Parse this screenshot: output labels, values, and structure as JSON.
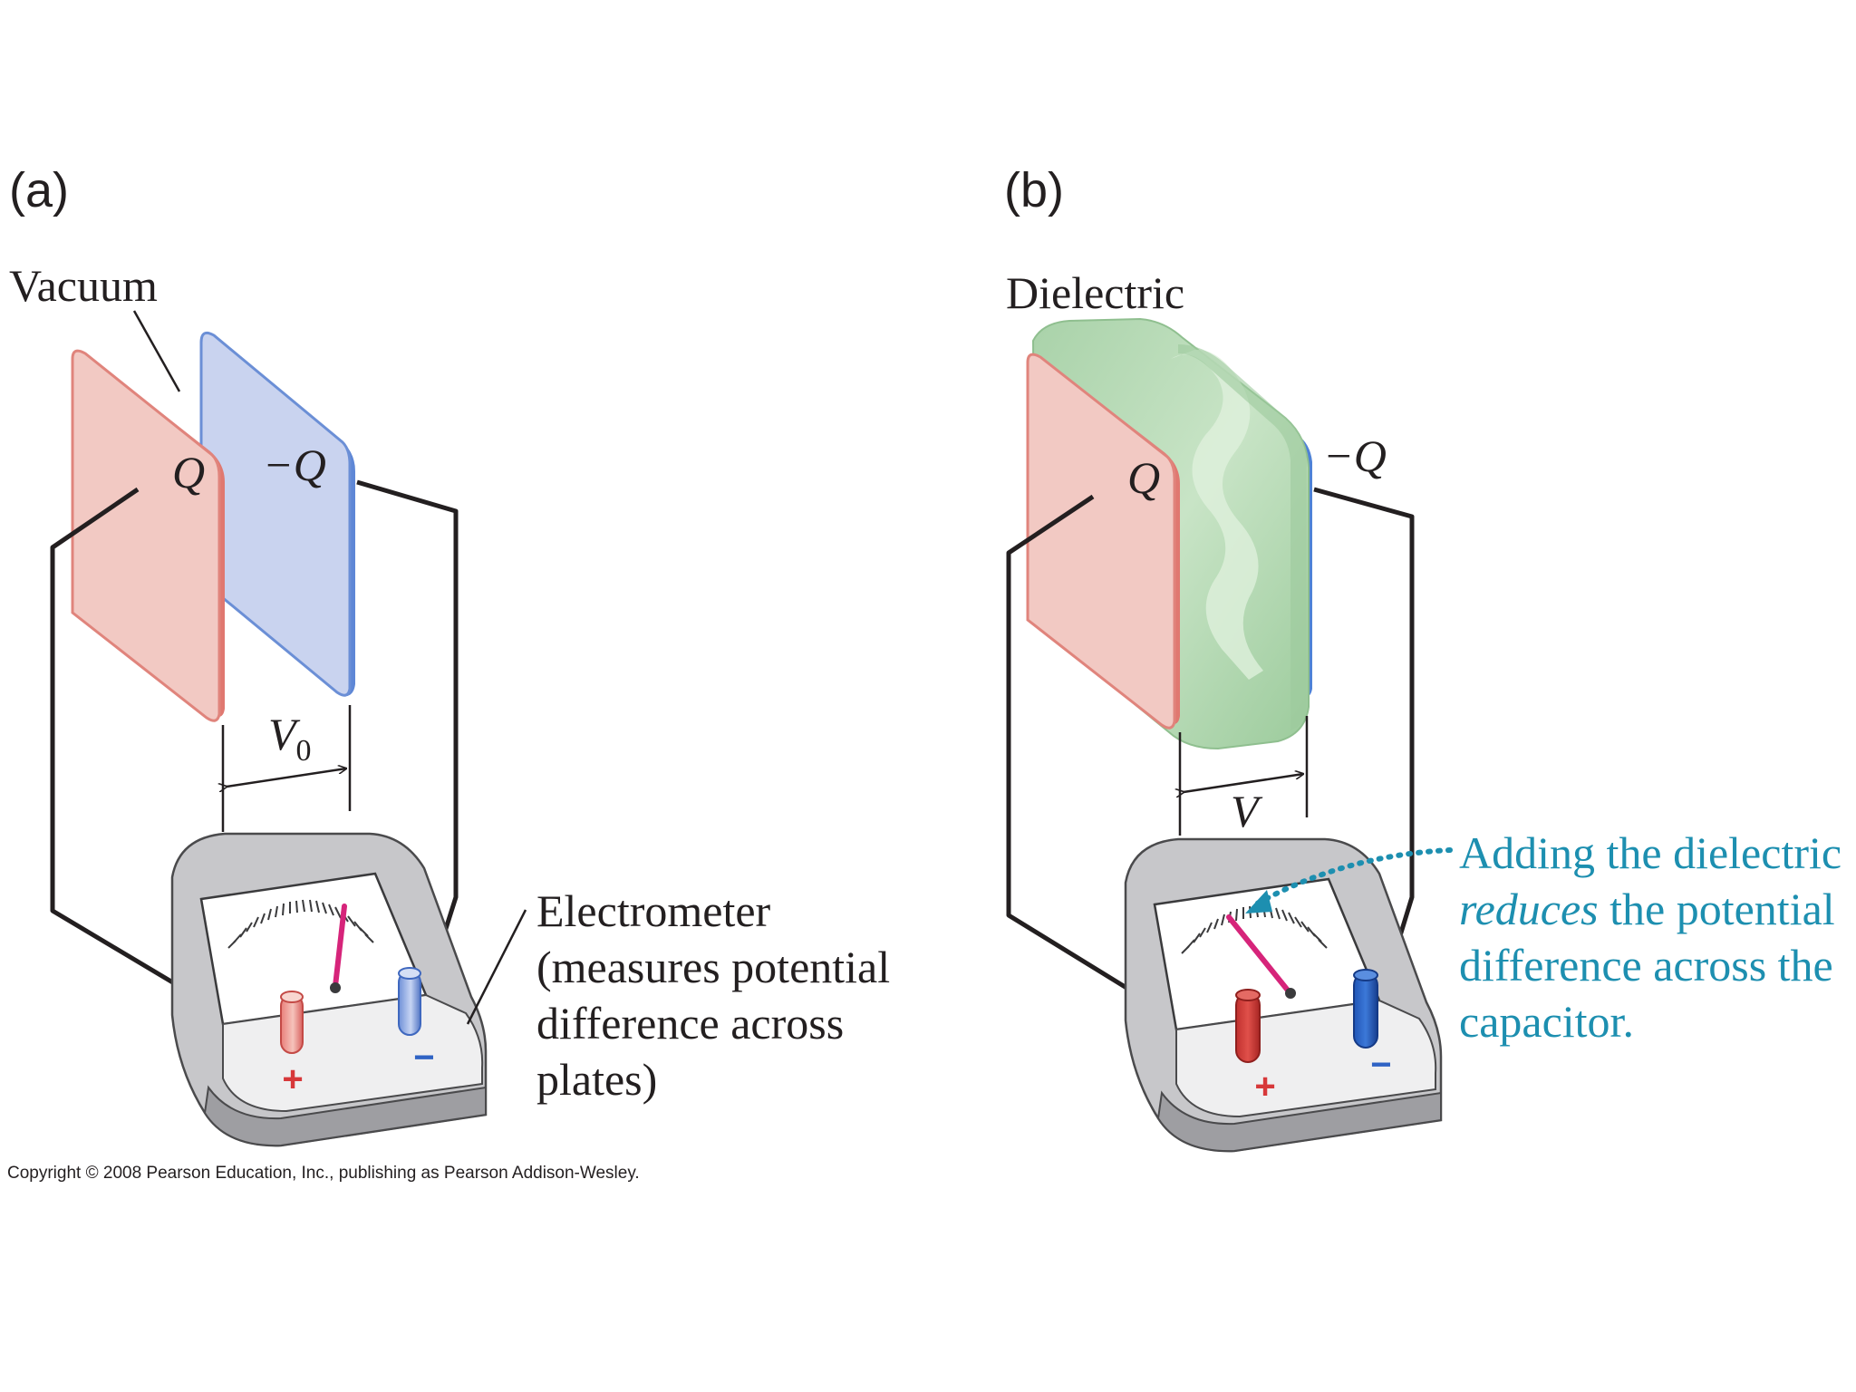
{
  "panel_a": {
    "label": "(a)",
    "medium": "Vacuum",
    "charge_positive": "Q",
    "charge_negative": "−Q",
    "voltage_symbol": "V",
    "voltage_subscript": "0",
    "meter_plus": "+",
    "meter_minus": "−",
    "meter_caption": [
      "Electrometer",
      "(measures potential",
      "difference across",
      "plates)"
    ]
  },
  "panel_b": {
    "label": "(b)",
    "medium": "Dielectric",
    "charge_positive": "Q",
    "charge_negative": "−Q",
    "voltage_symbol": "V",
    "meter_plus": "+",
    "meter_minus": "−",
    "note_line1": "Adding the dielectric",
    "note_line2_em": "reduces",
    "note_line2_rest": " the potential",
    "note_line3": "difference across the",
    "note_line4": "capacitor."
  },
  "copyright": "Copyright © 2008 Pearson Education, Inc., publishing as Pearson Addison-Wesley.",
  "colors": {
    "positive_plate": "#f0c4be",
    "negative_plate": "#c9d2ee",
    "dielectric": "#b8dcb8",
    "needle": "#d6247a",
    "annotation": "#1d8fb0"
  },
  "icons": {
    "plus_terminal": "red-cylinder-terminal",
    "minus_terminal": "blue-cylinder-terminal",
    "meter_needle": "magenta-needle"
  }
}
